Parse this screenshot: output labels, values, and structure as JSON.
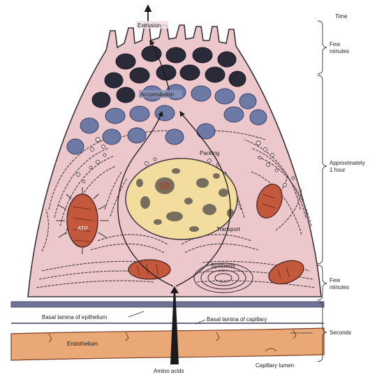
{
  "labels": {
    "extrusion": "Extrusion",
    "accumulation": "Accumulation",
    "packing": "Packing",
    "transport": "Transport",
    "synthesis": "Synthesis",
    "atp": "ATP",
    "basal_lamina_epithelium": "Basal lamina of epithelium",
    "basal_lamina_capillary": "Basal lamina of capillary",
    "endothelium": "Endothelium",
    "amino_acids": "Amino acids",
    "capillary_lumen": "Capillary lumen"
  },
  "timeline": {
    "title": "Time",
    "few_minutes_top_1": "Few",
    "few_minutes_top_2": "minutes",
    "hour_1": "Approximately",
    "hour_2": "1 hour",
    "few_minutes_bottom_1": "Few",
    "few_minutes_bottom_2": "minutes",
    "seconds": "Seconds"
  },
  "colors": {
    "cytoplasm": "#ecc7cc",
    "granule_dark": "#2b2a38",
    "granule_blue": "#6e7aa6",
    "nucleus": "#f2dd9e",
    "mitochondria": "#c4583d",
    "endothelium": "#e9a876",
    "outline": "#3a3236"
  }
}
